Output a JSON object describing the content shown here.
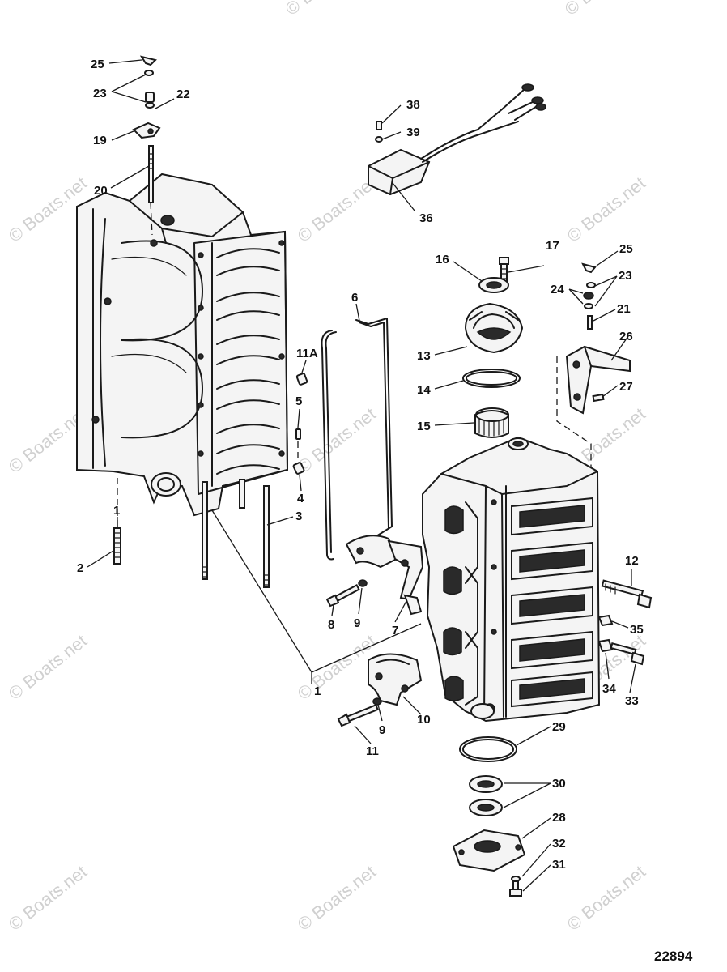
{
  "watermark": "© Boats.net",
  "drawing_number": "22894",
  "parts": {
    "p25a": "25",
    "p23a": "23",
    "p22": "22",
    "p19": "19",
    "p20": "20",
    "p38": "38",
    "p39": "39",
    "p36": "36",
    "p17": "17",
    "p16": "16",
    "p25b": "25",
    "p23b": "23",
    "p24": "24",
    "p21": "21",
    "p26": "26",
    "p27": "27",
    "p13": "13",
    "p14": "14",
    "p15": "15",
    "p6": "6",
    "p11a": "11A",
    "p5": "5",
    "p4": "4",
    "p3": "3",
    "p1a": "1",
    "p2": "2",
    "p8": "8",
    "p9a": "9",
    "p7": "7",
    "p12": "12",
    "p35": "35",
    "p34": "34",
    "p33": "33",
    "p1b": "1",
    "p10": "10",
    "p9b": "9",
    "p11": "11",
    "p29": "29",
    "p30": "30",
    "p28": "28",
    "p32": "32",
    "p31": "31"
  }
}
